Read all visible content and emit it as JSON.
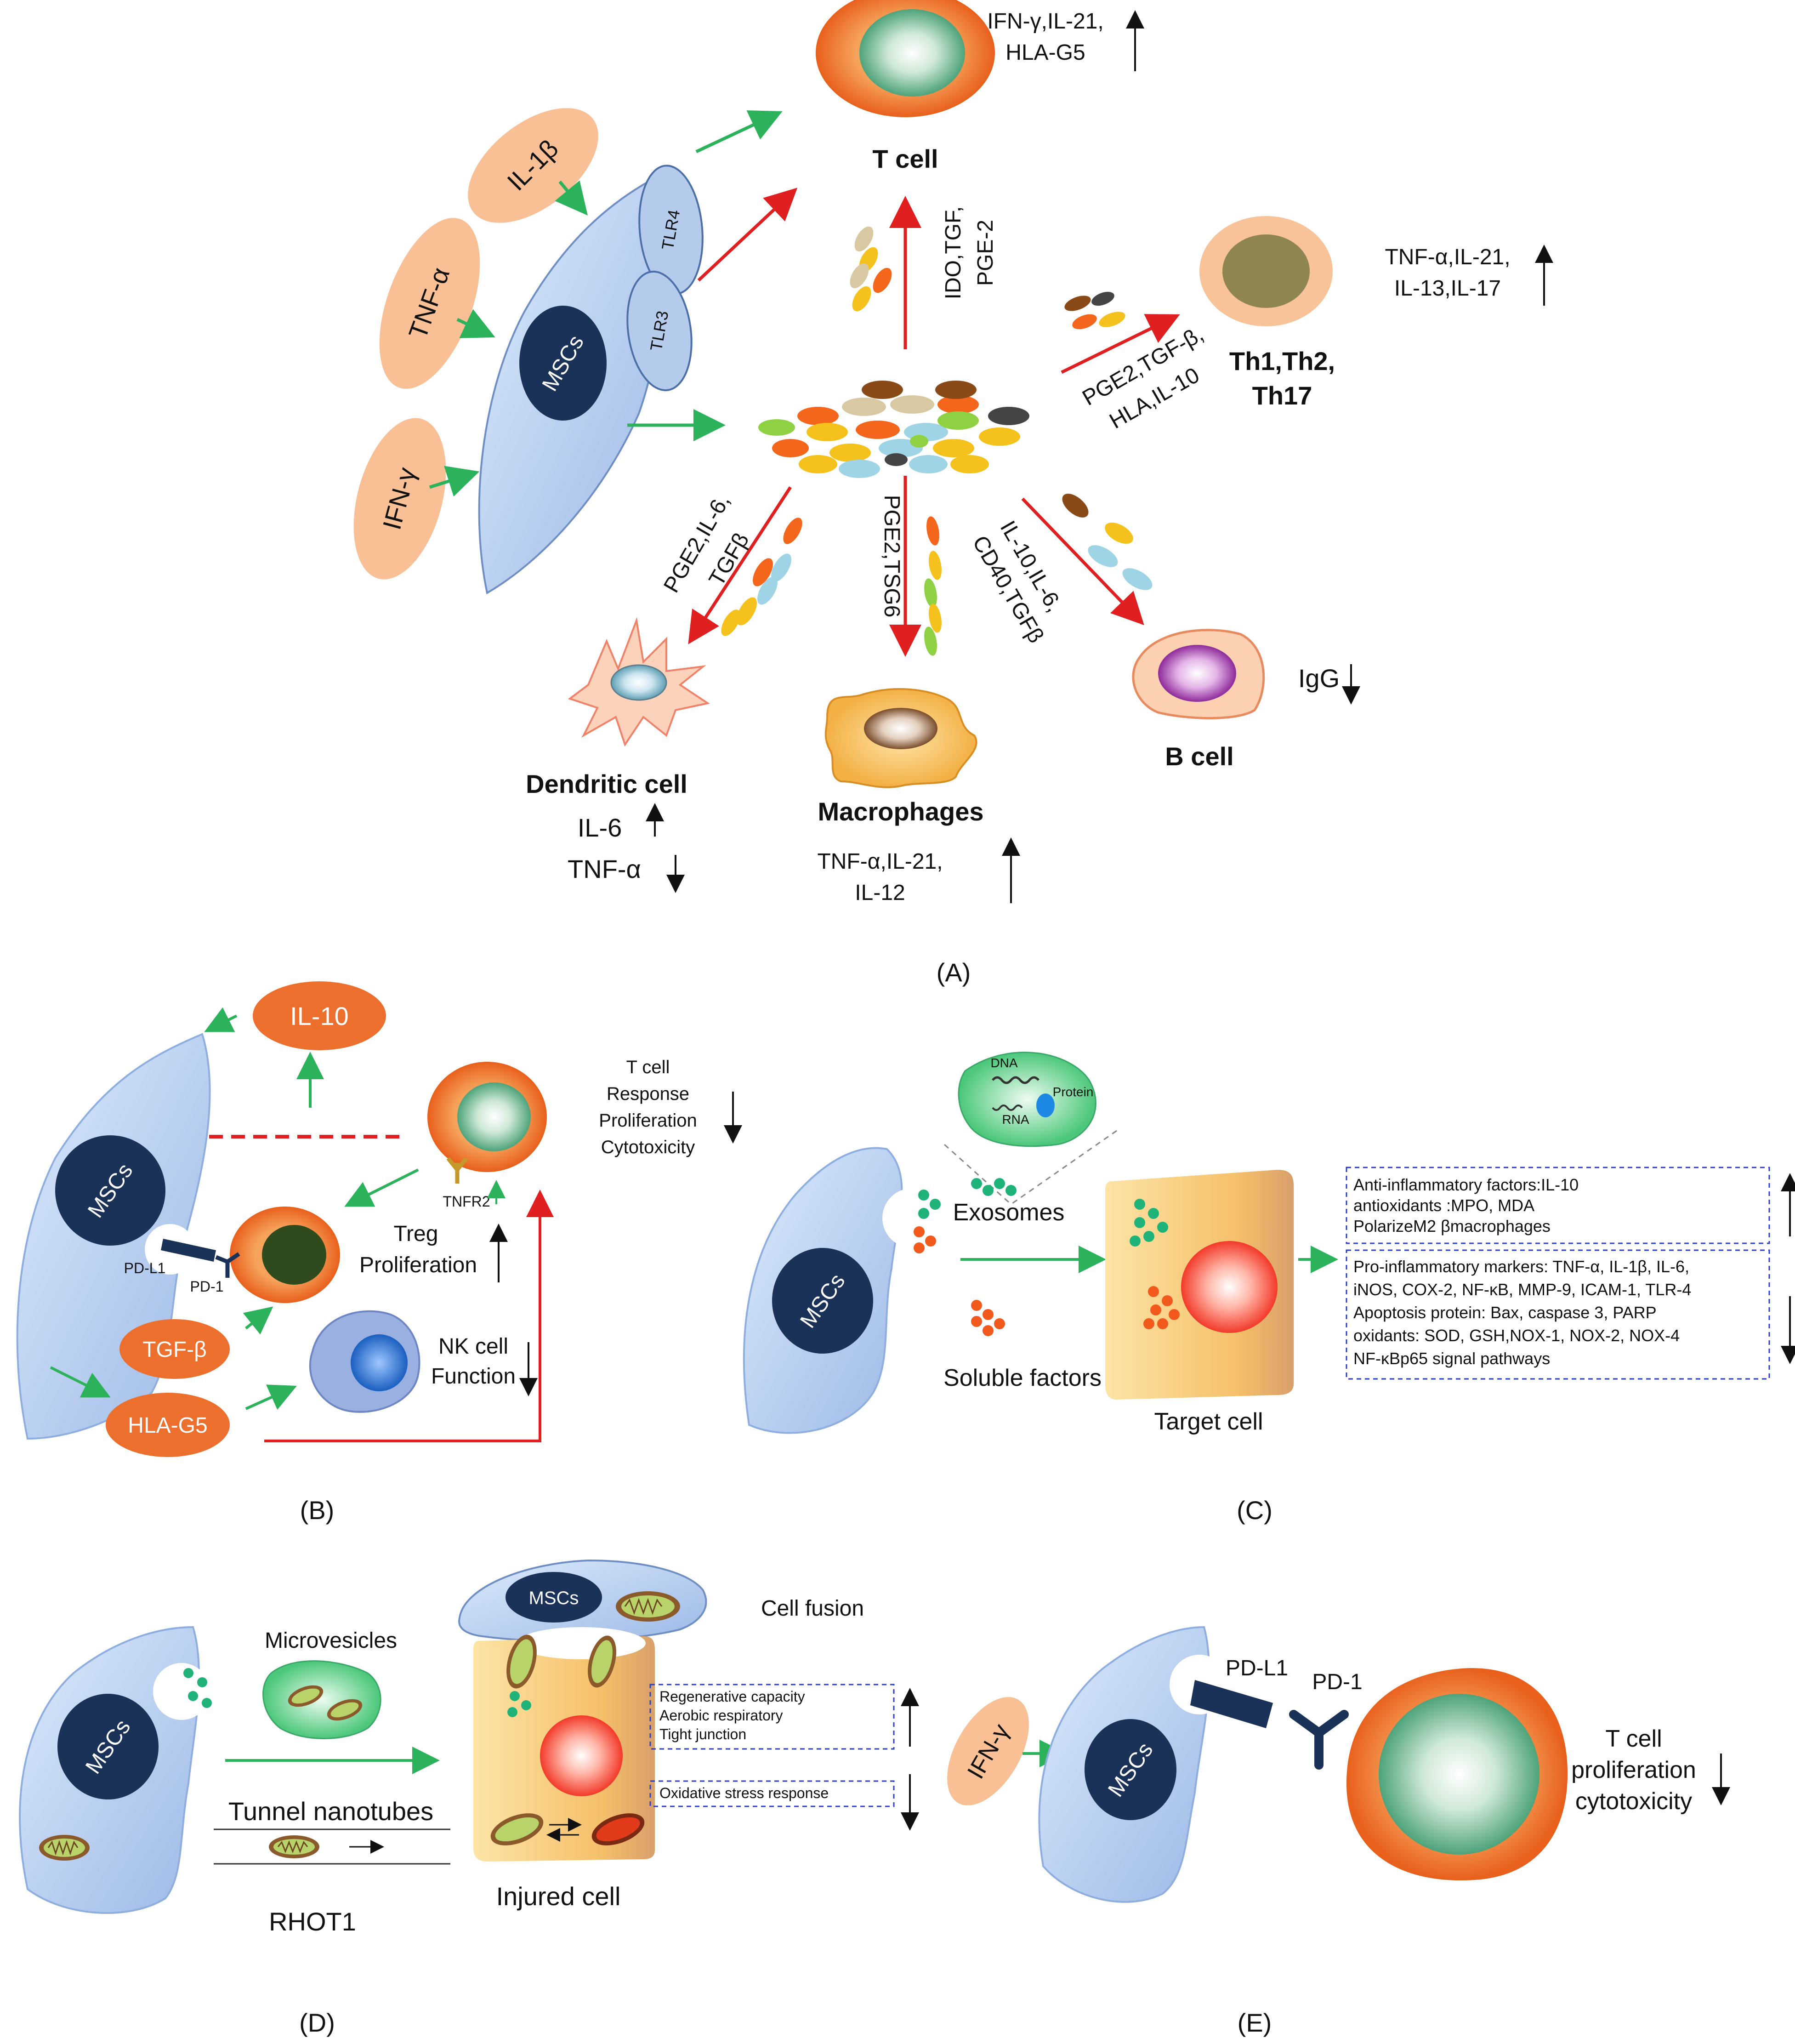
{
  "panel_a": {
    "label": "(A)",
    "cytokines": {
      "il1b": "IL-1β",
      "tnfa": "TNF-α",
      "ifng": "IFN-γ"
    },
    "mscs": "MSCs",
    "tlr4": "TLR4",
    "tlr3": "TLR3",
    "t_cell": {
      "name": "T cell",
      "effect_line1": "IFN-γ,IL-21,",
      "effect_line2": "HLA-G5",
      "factors_line1": "IDO,TGF,",
      "factors_line2": "PGE-2"
    },
    "th_cells": {
      "name_line1": "Th1,Th2,",
      "name_line2": "Th17",
      "effect_line1": "TNF-α,IL-21,",
      "effect_line2": "IL-13,IL-17",
      "factors_line1": "PGE2,TGF-β,",
      "factors_line2": "HLA,IL-10"
    },
    "dendritic": {
      "name": "Dendritic cell",
      "effect_line1": "IL-6",
      "effect_line2": "TNF-α",
      "factors_line1": "PGE2,IL-6,",
      "factors_line2": "TGFβ"
    },
    "macrophages": {
      "name": "Macrophages",
      "effect_line1": "TNF-α,IL-21,",
      "effect_line2": "IL-12",
      "factors": "PGE2,TSG6"
    },
    "b_cell": {
      "name": "B cell",
      "effect": "IgG",
      "factors_line1": "IL-10,IL-6,",
      "factors_line2": "CD40,TGFβ"
    }
  },
  "panel_b": {
    "label": "(B)",
    "il10": "IL-10",
    "mscs": "MSCs",
    "tcell_response": [
      "T cell",
      "Response",
      "Proliferation",
      "Cytotoxicity"
    ],
    "tnfr2": "TNFR2",
    "pdl1": "PD-L1",
    "pd1": "PD-1",
    "treg_line1": "Treg",
    "treg_line2": "Proliferation",
    "tgfb": "TGF-β",
    "hlag5": "HLA-G5",
    "nk_line1": "NK cell",
    "nk_line2": "Function"
  },
  "panel_c": {
    "label": "(C)",
    "dna": "DNA",
    "rna": "RNA",
    "protein": "Protein",
    "exosomes": "Exosomes",
    "mscs": "MSCs",
    "soluble_factors": "Soluble factors",
    "target_cell": "Target cell",
    "up_box": [
      "Anti-inflammatory factors:IL-10",
      "antioxidants :MPO, MDA",
      "PolarizeM2 βmacrophages"
    ],
    "down_box": [
      "Pro-inflammatory markers: TNF-α, IL-1β, IL-6,",
      "iNOS, COX-2, NF-κB, MMP-9, ICAM-1, TLR-4",
      "Apoptosis protein: Bax, caspase 3, PARP",
      "oxidants: SOD, GSH,NOX-1, NOX-2, NOX-4",
      "NF-κBp65 signal pathways"
    ]
  },
  "panel_d": {
    "label": "(D)",
    "mscs": "MSCs",
    "microvesicles": "Microvesicles",
    "tunnel": "Tunnel nanotubes",
    "rhot1": "RHOT1",
    "mscs_top": "MSCs",
    "cell_fusion": "Cell fusion",
    "injured_cell": "Injured cell",
    "up_box": [
      "Regenerative capacity",
      "Aerobic respiratory",
      "Tight junction"
    ],
    "down_box": [
      "Oxidative stress response"
    ]
  },
  "panel_e": {
    "label": "(E)",
    "ifng": "IFN-γ",
    "mscs": "MSCs",
    "pdl1": "PD-L1",
    "pd1": "PD-1",
    "tcell": [
      "T cell",
      "proliferation",
      "cytotoxicity"
    ]
  }
}
